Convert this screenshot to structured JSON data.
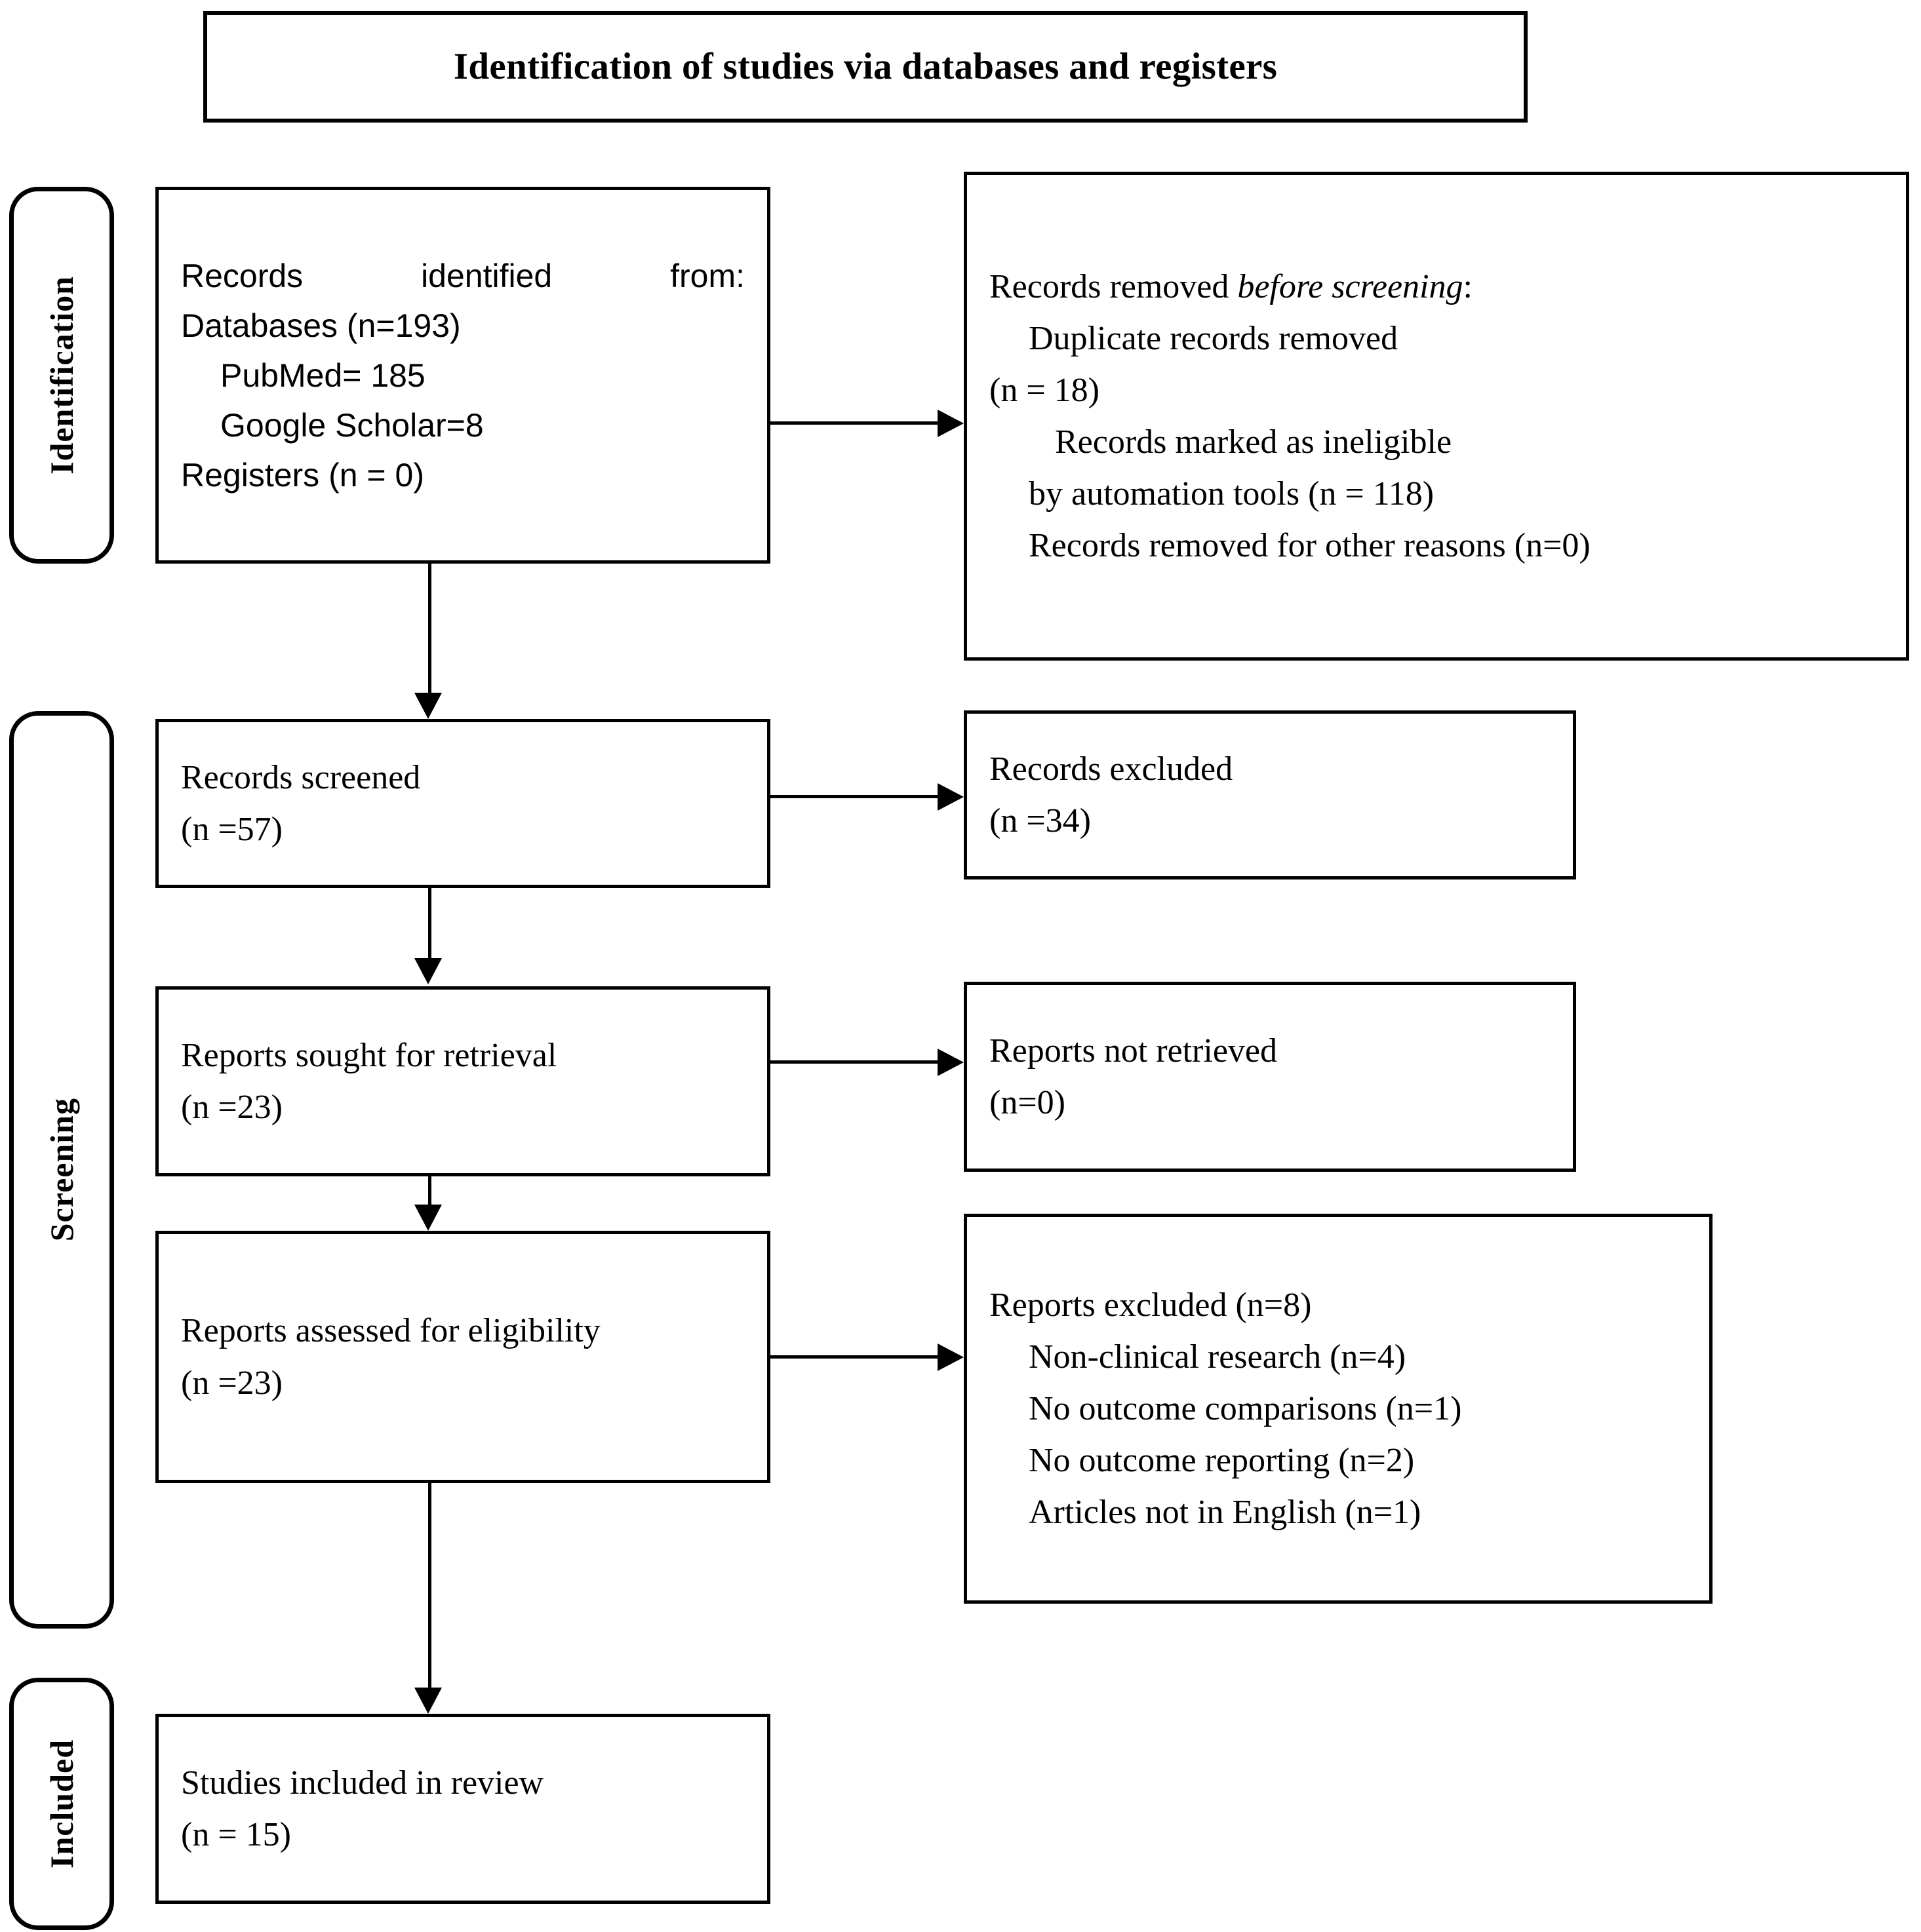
{
  "title": {
    "text": "Identification of studies via databases and registers"
  },
  "rails": [
    {
      "id": "identification",
      "label": "Identification"
    },
    {
      "id": "screening",
      "label": "Screening"
    },
    {
      "id": "included",
      "label": "Included"
    }
  ],
  "boxes": {
    "identified": {
      "heading_left": "Records",
      "heading_mid": "identified",
      "heading_right": "from:",
      "line_databases": "Databases (n=193)",
      "line_pubmed": "PubMed= 185",
      "line_scholar": "Google Scholar=8",
      "line_registers": "Registers (n = 0)"
    },
    "removed": {
      "heading_prefix": "Records removed ",
      "heading_italic": "before screening",
      "heading_suffix": ":",
      "line_duplicate": "Duplicate records removed",
      "line_duplicate_n": "(n = 18)",
      "line_ineligible": "Records marked as ineligible",
      "line_automation": "by automation tools (n = 118)",
      "line_other": "Records removed for other reasons (n=0)"
    },
    "screened": {
      "line1": "Records screened",
      "line2": "(n =57)"
    },
    "records_excluded": {
      "line1": "Records excluded",
      "line2": "(n =34)"
    },
    "sought": {
      "line1": "Reports sought for retrieval",
      "line2": "(n =23)"
    },
    "not_retrieved": {
      "line1": "Reports not retrieved",
      "line2": "(n=0)"
    },
    "eligibility": {
      "line1": "Reports assessed for eligibility",
      "line2": "(n =23)"
    },
    "reports_excluded": {
      "heading": "Reports excluded (n=8)",
      "reason1": "Non-clinical research (n=4)",
      "reason2": "No outcome comparisons (n=1)",
      "reason3": "No outcome reporting (n=2)",
      "reason4": "Articles not in English (n=1)"
    },
    "included": {
      "line1": "Studies included in review",
      "line2": "(n = 15)"
    }
  },
  "colors": {
    "stroke": "#000000",
    "background": "#ffffff"
  }
}
